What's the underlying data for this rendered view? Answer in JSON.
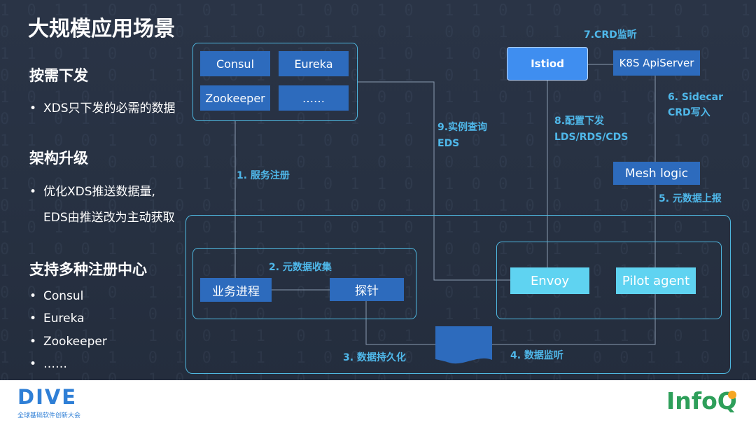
{
  "title": "大规模应用场景",
  "left": {
    "sections": [
      {
        "heading": "按需下发",
        "bullets": [
          "XDS只下发的必需的数据"
        ]
      },
      {
        "heading": "架构升级",
        "bullets": [
          "优化XDS推送数据量,",
          "EDS由推送改为主动获取"
        ]
      },
      {
        "heading": "支持多种注册中心",
        "bullets": [
          "Consul",
          "Eureka",
          "Zookeeper",
          "……"
        ]
      }
    ]
  },
  "diagram": {
    "registry": [
      "Consul",
      "Eureka",
      "Zookeeper",
      "……"
    ],
    "istiod": "Istiod",
    "k8s": "K8S ApiServer",
    "mesh_logic": "Mesh logic",
    "business": "业务进程",
    "probe": "探针",
    "envoy": "Envoy",
    "pilot_agent": "Pilot agent",
    "labels": {
      "l1": "1. 服务注册",
      "l2": "2. 元数据收集",
      "l3": "3. 数据持久化",
      "l4": "4. 数据监听",
      "l5": "5. 元数据上报",
      "l6a": "6. Sidecar",
      "l6b": "CRD写入",
      "l7": "7.CRD监听",
      "l8a": "8.配置下发",
      "l8b": "LDS/RDS/CDS",
      "l9a": "9.实例查询",
      "l9b": "EDS"
    }
  },
  "footer": {
    "dive_logo": "DIVE",
    "dive_sub": "全球基础软件创新大会",
    "infoq_logo": "InfoQ",
    "colors": {
      "dive": "#2f7fd6",
      "infoq": "#2e9f5a",
      "infoq_q": "#f5a623"
    }
  }
}
